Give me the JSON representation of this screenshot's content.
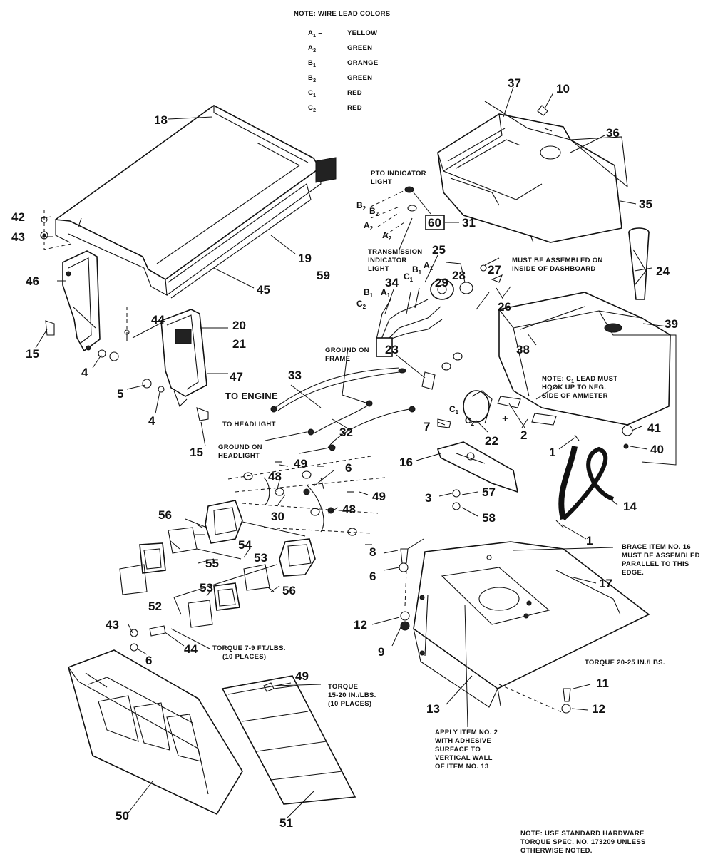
{
  "wire_note": {
    "title": "NOTE: WIRE LEAD COLORS",
    "leads": [
      {
        "code": "A",
        "sub": "1",
        "color": "YELLOW"
      },
      {
        "code": "A",
        "sub": "2",
        "color": "GREEN"
      },
      {
        "code": "B",
        "sub": "1",
        "color": "ORANGE"
      },
      {
        "code": "B",
        "sub": "2",
        "color": "GREEN"
      },
      {
        "code": "C",
        "sub": "1",
        "color": "RED"
      },
      {
        "code": "C",
        "sub": "2",
        "color": "RED"
      }
    ]
  },
  "callouts": {
    "pto_light": [
      "PTO INDICATOR",
      "LIGHT"
    ],
    "trans_light": [
      "TRANSMISSION",
      "INDICATOR",
      "LIGHT"
    ],
    "dashboard": [
      "MUST BE ASSEMBLED ON",
      "INSIDE OF DASHBOARD"
    ],
    "ground_frame": [
      "GROUND ON",
      "FRAME"
    ],
    "to_engine": "TO ENGINE",
    "to_headlight": "TO HEADLIGHT",
    "ground_headlight": [
      "GROUND ON",
      "HEADLIGHT"
    ],
    "ammeter": [
      "NOTE: C",
      "1",
      " LEAD MUST",
      "HOOK UP TO NEG.",
      "SIDE OF AMMETER"
    ],
    "brace": [
      "BRACE ITEM NO. 16",
      "MUST BE ASSEMBLED",
      "PARALLEL TO THIS",
      "EDGE."
    ],
    "torque_79": [
      "TORQUE 7-9 FT./LBS.",
      "(10 PLACES)"
    ],
    "torque_2025": "TORQUE 20-25 IN./LBS.",
    "torque_1520": [
      "TORQUE",
      "15-20 IN./LBS.",
      "(10 PLACES)"
    ],
    "apply_item": [
      "APPLY ITEM NO. 2",
      "WITH ADHESIVE",
      "SURFACE TO",
      "VERTICAL WALL",
      "OF ITEM NO. 13"
    ],
    "hardware": [
      "NOTE:  USE STANDARD HARDWARE",
      "TORQUE SPEC. NO. 173209 UNLESS",
      "OTHERWISE NOTED."
    ]
  },
  "wire_labels": {
    "b2a": "B",
    "b2a_s": "2",
    "b2b": "B",
    "b2b_s": "2",
    "a2a": "A",
    "a2a_s": "2",
    "a2b": "A",
    "a2b_s": "2",
    "c1": "C",
    "c1_s": "1",
    "b1": "B",
    "b1_s": "1",
    "a1": "A",
    "a1_s": "1",
    "c2": "C",
    "c2_s": "2",
    "b1b": "B",
    "b1b_s": "1",
    "a1b": "A",
    "a1b_s": "1",
    "amm_c1": "C",
    "amm_c1_s": "1",
    "amm_c2": "C",
    "amm_c2_s": "2",
    "plus": "+"
  },
  "parts": {
    "p1a": "1",
    "p1b": "1",
    "p2": "2",
    "p3": "3",
    "p4a": "4",
    "p4b": "4",
    "p5": "5",
    "p6a": "6",
    "p6b": "6",
    "p6c": "6",
    "p7": "7",
    "p8": "8",
    "p9": "9",
    "p10": "10",
    "p11": "11",
    "p12a": "12",
    "p12b": "12",
    "p13": "13",
    "p14": "14",
    "p15a": "15",
    "p15b": "15",
    "p16": "16",
    "p17": "17",
    "p18": "18",
    "p19": "19",
    "p20": "20",
    "p21": "21",
    "p22": "22",
    "p23": "23",
    "p24": "24",
    "p25": "25",
    "p26": "26",
    "p27": "27",
    "p28": "28",
    "p29": "29",
    "p30": "30",
    "p31": "31",
    "p32": "32",
    "p33": "33",
    "p34": "34",
    "p35": "35",
    "p36": "36",
    "p37": "37",
    "p38": "38",
    "p39": "39",
    "p40": "40",
    "p41": "41",
    "p42": "42",
    "p43a": "43",
    "p43b": "43",
    "p44a": "44",
    "p44b": "44",
    "p45": "45",
    "p46": "46",
    "p47": "47",
    "p48a": "48",
    "p48b": "48",
    "p49a": "49",
    "p49b": "49",
    "p49c": "49",
    "p50": "50",
    "p51": "51",
    "p52": "52",
    "p53a": "53",
    "p53b": "53",
    "p54": "54",
    "p55": "55",
    "p56a": "56",
    "p56b": "56",
    "p57": "57",
    "p58": "58",
    "p59": "59",
    "p60": "60"
  }
}
